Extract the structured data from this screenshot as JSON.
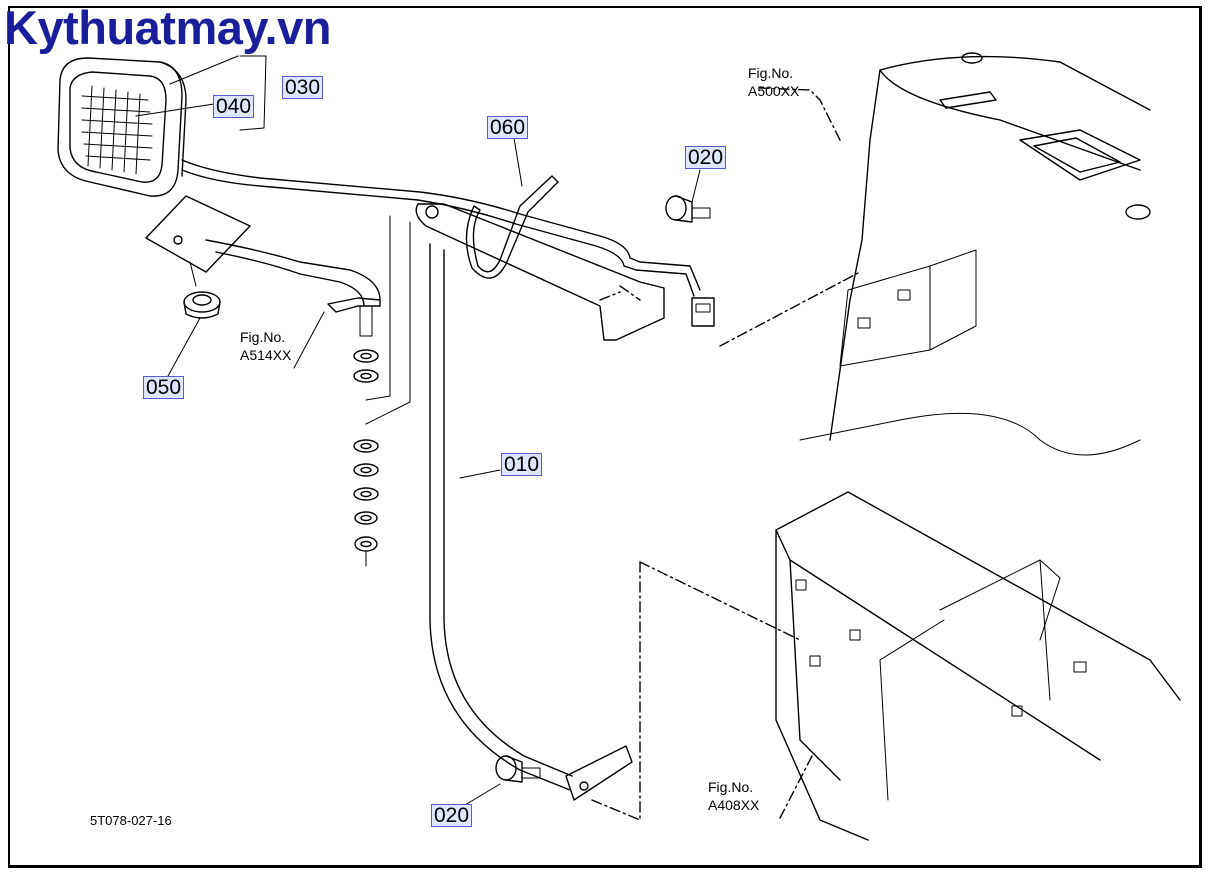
{
  "watermark": "Kythuatmay.vn",
  "callouts": {
    "c010": "010",
    "c020_top": "020",
    "c020_bottom": "020",
    "c030": "030",
    "c040": "040",
    "c050": "050",
    "c060": "060"
  },
  "figure_refs": {
    "a500": {
      "line1": "Fig.No.",
      "line2": "A500XX"
    },
    "a514": {
      "line1": "Fig.No.",
      "line2": "A514XX"
    },
    "a408": {
      "line1": "Fig.No.",
      "line2": "A408XX"
    }
  },
  "drawing_code": "5T078-027-16",
  "colors": {
    "watermark": "#1a1e9a",
    "callout_fill": "#dfe6ff",
    "callout_border": "#5a5ad0"
  }
}
